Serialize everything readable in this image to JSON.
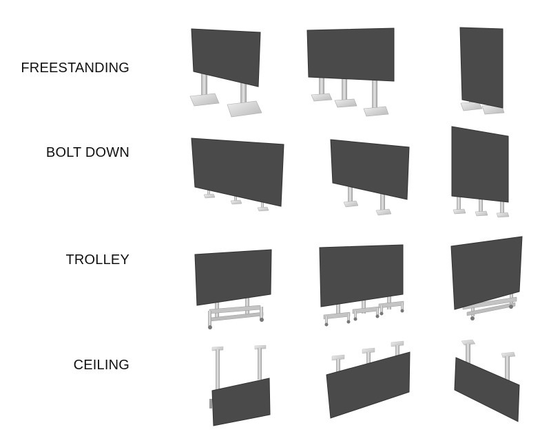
{
  "rows": [
    {
      "label": "FREESTANDING",
      "mount": "freestanding-floor-stand"
    },
    {
      "label": "BOLT DOWN",
      "mount": "bolt-down-post"
    },
    {
      "label": "TROLLEY",
      "mount": "wheeled-trolley"
    },
    {
      "label": "CEILING",
      "mount": "ceiling-drop-pole"
    }
  ],
  "colors": {
    "screen": "#4a4a4a",
    "screen_edge": "#3a3a3a",
    "metal": "#c9c9c9",
    "metal_dark": "#8f8f8f",
    "base_plate": "#d6d6d6"
  }
}
